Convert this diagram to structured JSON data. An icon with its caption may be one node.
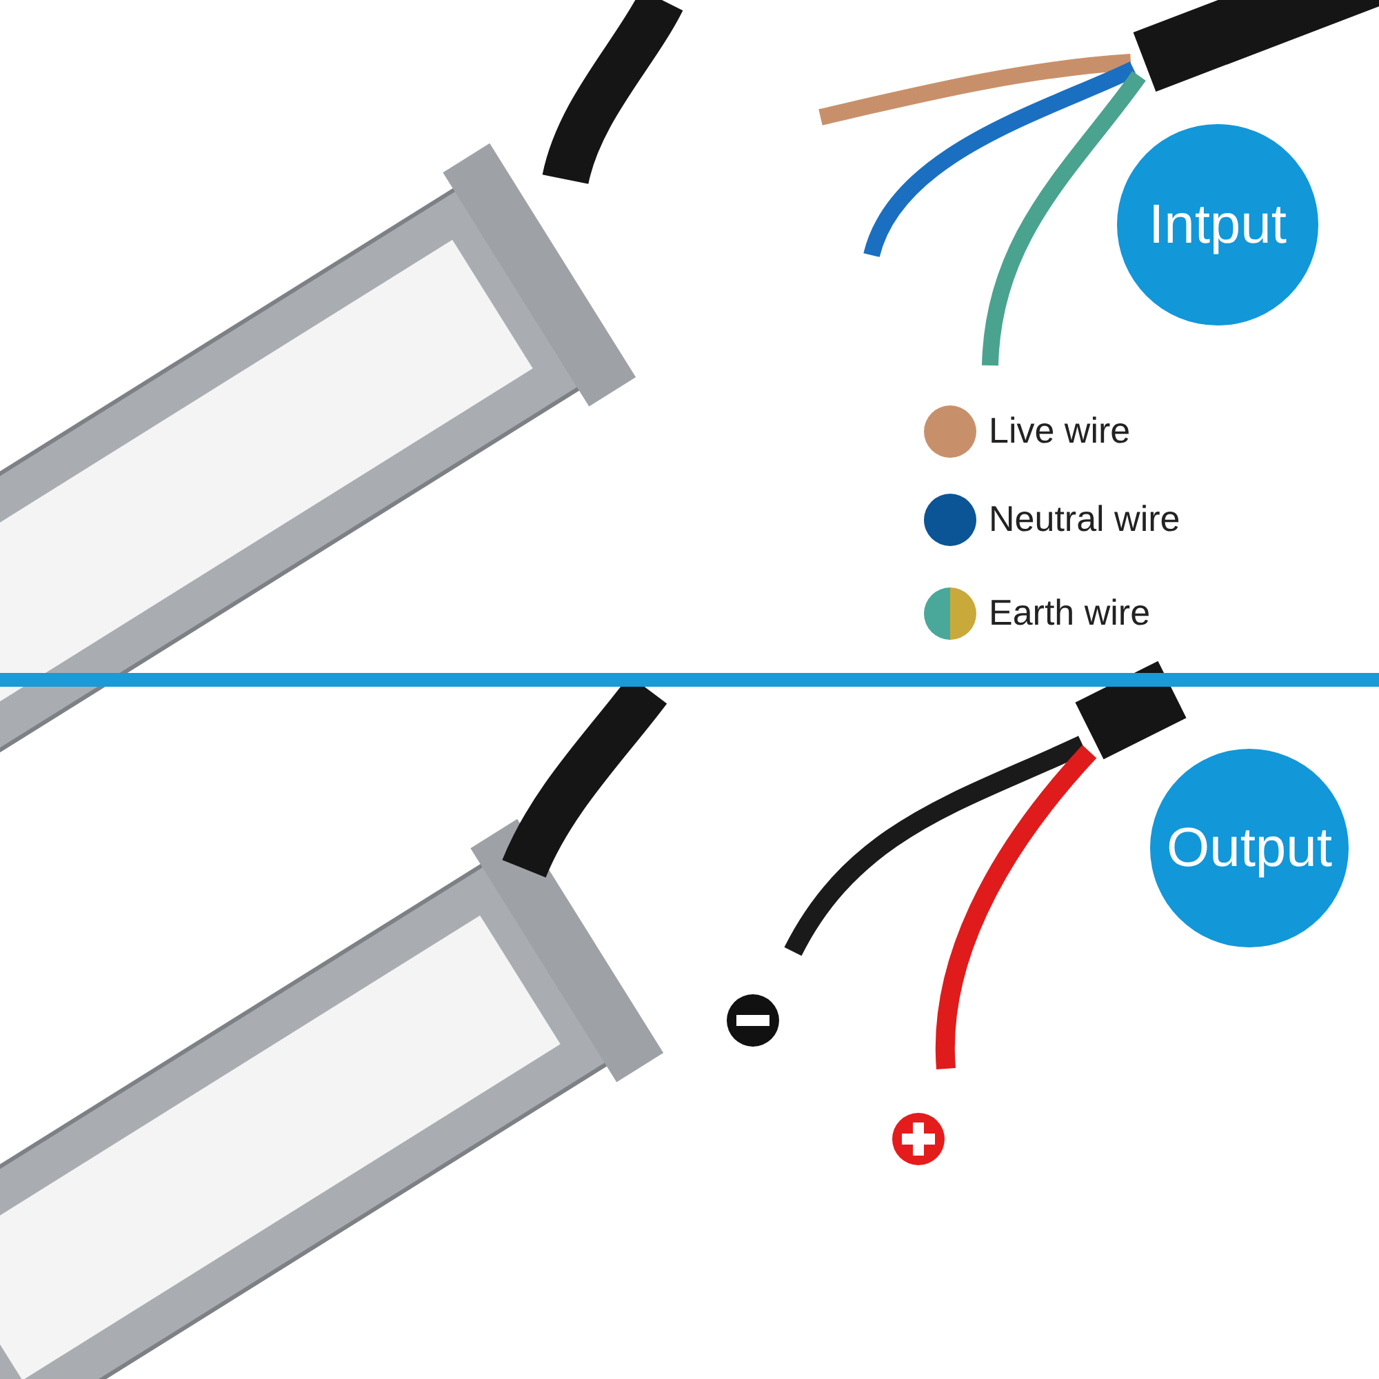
{
  "diagram": {
    "nodes": [
      {
        "text": [
          "Intput"
        ]
      },
      {
        "text": [
          "Output"
        ]
      }
    ],
    "legend": [
      {
        "text": "Live wire",
        "color": "#c8906a"
      },
      {
        "text": "Neutral wire",
        "color": "#0b5596"
      },
      {
        "text": "Earth wire"
      }
    ]
  }
}
